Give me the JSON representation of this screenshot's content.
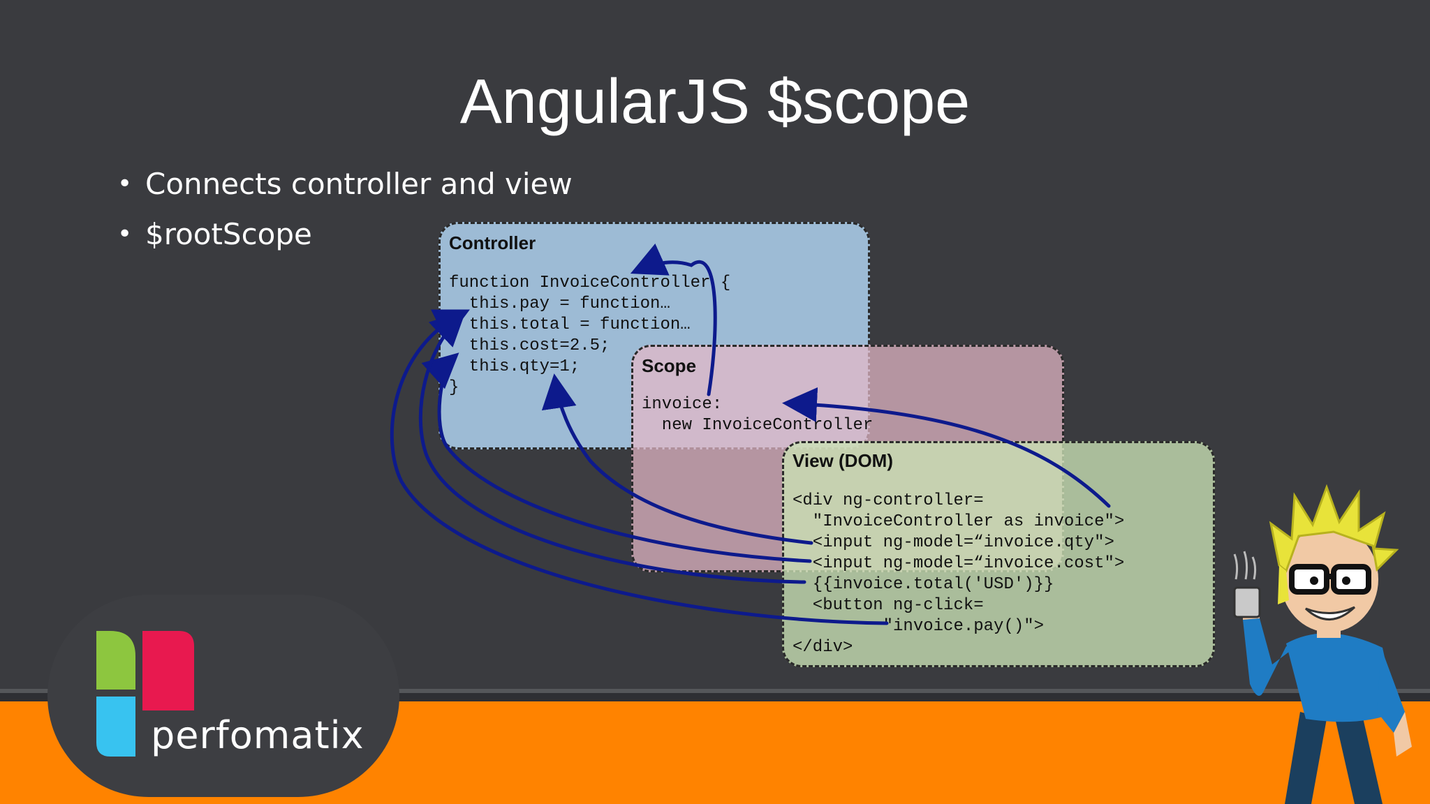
{
  "slide": {
    "title": "AngularJS $scope",
    "bullets": [
      "Connects controller and view",
      "$rootScope"
    ]
  },
  "diagram": {
    "controller": {
      "title": "Controller",
      "code": "function InvoiceController {\n  this.pay = function…\n  this.total = function…\n  this.cost=2.5;\n  this.qty=1;\n}"
    },
    "scope": {
      "title": "Scope",
      "code": "invoice:\n  new InvoiceController"
    },
    "view": {
      "title": "View (DOM)",
      "code": "<div ng-controller=\n  \"InvoiceController as invoice\">\n  <input ng-model=“invoice.qty\">\n  <input ng-model=“invoice.cost\">\n  {{invoice.total('USD')}}\n  <button ng-click=\n         \"invoice.pay()\">\n</div>"
    },
    "arrow_color": "#0d1a8c"
  },
  "brand": {
    "name": "perfomatix",
    "colors": {
      "green": "#8dc63f",
      "red": "#e8194f",
      "blue": "#38c3f0",
      "floor": "#ff8300",
      "background": "#3a3b3f"
    }
  },
  "mascot": {
    "icon": "cartoon-developer-with-coffee-mug"
  }
}
